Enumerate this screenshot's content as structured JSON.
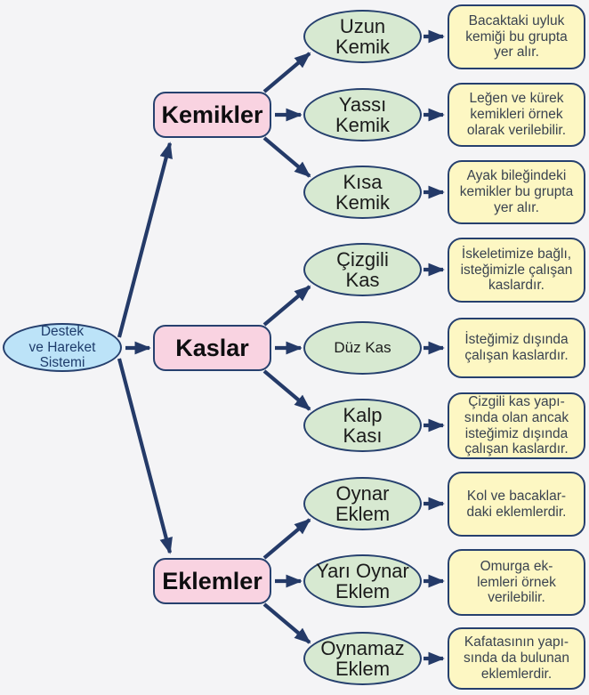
{
  "colors": {
    "background": "#f4f4f6",
    "outline_navy": "#26406e",
    "arrow_navy": "#243a68",
    "root_fill_blue": "#bce3f8",
    "branch_fill_pink": "#f9d3e1",
    "sub_fill_green": "#d7e9d1",
    "desc_fill_yellow": "#fdf7c3"
  },
  "root": {
    "label": "Destek\nve Hareket\nSistemi"
  },
  "branches": [
    {
      "label": "Kemikler",
      "children": [
        {
          "label": "Uzun\nKemik",
          "description": "Bacaktaki uyluk\nkemiği bu grupta\nyer alır."
        },
        {
          "label": "Yassı\nKemik",
          "description": "Leğen ve kürek\nkemikleri örnek\nolarak verilebilir."
        },
        {
          "label": "Kısa\nKemik",
          "description": "Ayak bileğindeki\nkemikler bu grupta\nyer alır."
        }
      ]
    },
    {
      "label": "Kaslar",
      "children": [
        {
          "label": "Çizgili\nKas",
          "description": "İskeletimize bağlı,\nisteğimizle çalışan\nkaslardır."
        },
        {
          "label": "Düz Kas",
          "description": "İsteğimiz dışında\nçalışan kaslardır."
        },
        {
          "label": "Kalp\nKası",
          "description": "Çizgili kas yapı-\nsında olan ancak\nisteğimiz dışında\nçalışan kaslardır."
        }
      ]
    },
    {
      "label": "Eklemler",
      "children": [
        {
          "label": "Oynar\nEklem",
          "description": "Kol ve bacaklar-\ndaki eklemlerdir."
        },
        {
          "label": "Yarı Oynar\nEklem",
          "description": "Omurga ek-\nlemleri örnek\nverilebilir."
        },
        {
          "label": "Oynamaz\nEklem",
          "description": "Kafatasının yapı-\nsında da bulunan\neklemlerdir."
        }
      ]
    }
  ]
}
